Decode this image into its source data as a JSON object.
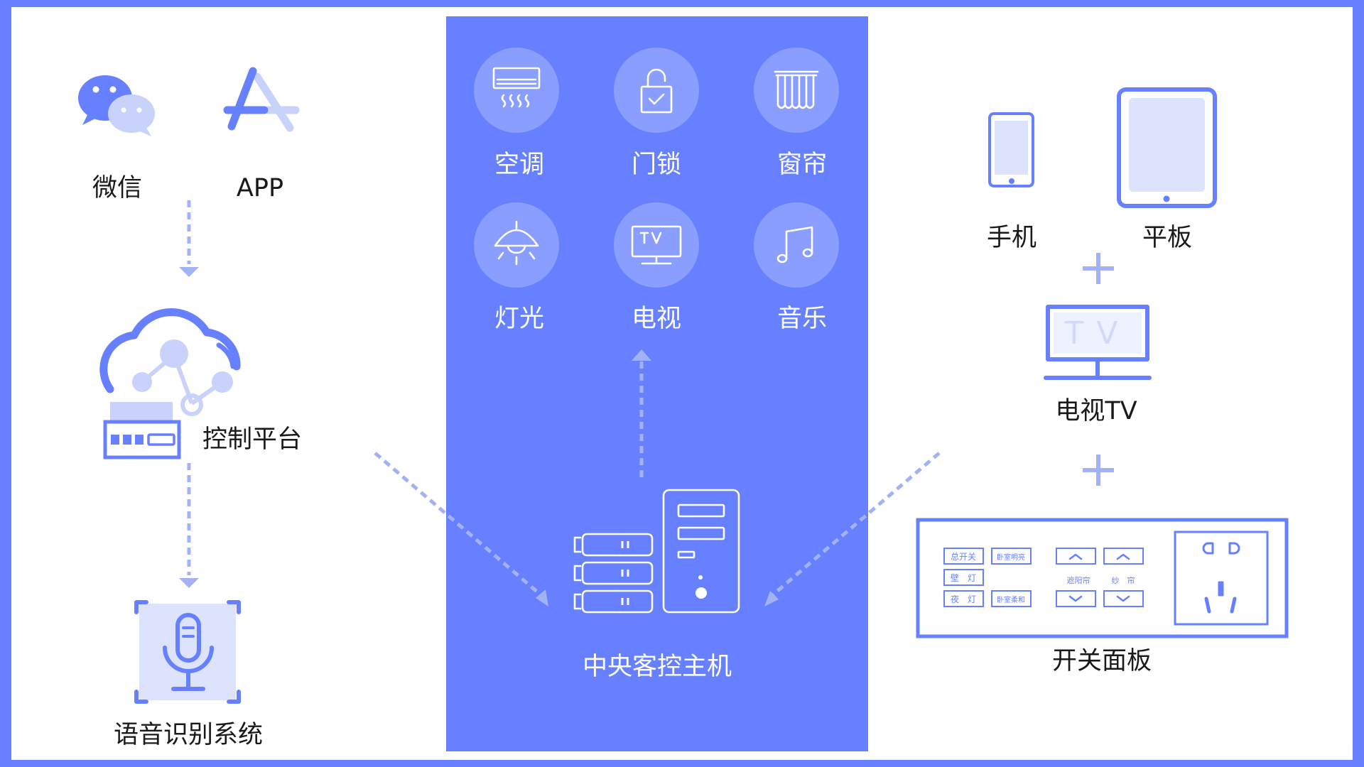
{
  "left": {
    "wechat_label": "微信",
    "app_label": "APP",
    "platform_label": "控制平台",
    "voice_label": "语音识别系统"
  },
  "center": {
    "devices": [
      {
        "label": "空调",
        "icon": "air-conditioner-icon"
      },
      {
        "label": "门锁",
        "icon": "door-lock-icon"
      },
      {
        "label": "窗帘",
        "icon": "curtain-icon"
      },
      {
        "label": "灯光",
        "icon": "lamp-icon"
      },
      {
        "label": "电视",
        "icon": "tv-icon"
      },
      {
        "label": "音乐",
        "icon": "music-note-icon"
      }
    ],
    "host_label": "中央客控主机"
  },
  "right": {
    "phone_label": "手机",
    "tablet_label": "平板",
    "tv_label": "电视TV",
    "panel_label": "开关面板",
    "tv_screen_text": "TV",
    "switch_panel": {
      "buttons": [
        "总开关",
        "卧室明亮",
        "壁　灯",
        "夜　灯",
        "卧室柔和"
      ],
      "curtain_labels": [
        "遮阳帘",
        "纱　帘"
      ]
    }
  },
  "colors": {
    "accent": "#6680ff",
    "icon_circle": "#8a9eff",
    "light_accent": "#c9d2fb",
    "dash": "#a3b2f5"
  }
}
